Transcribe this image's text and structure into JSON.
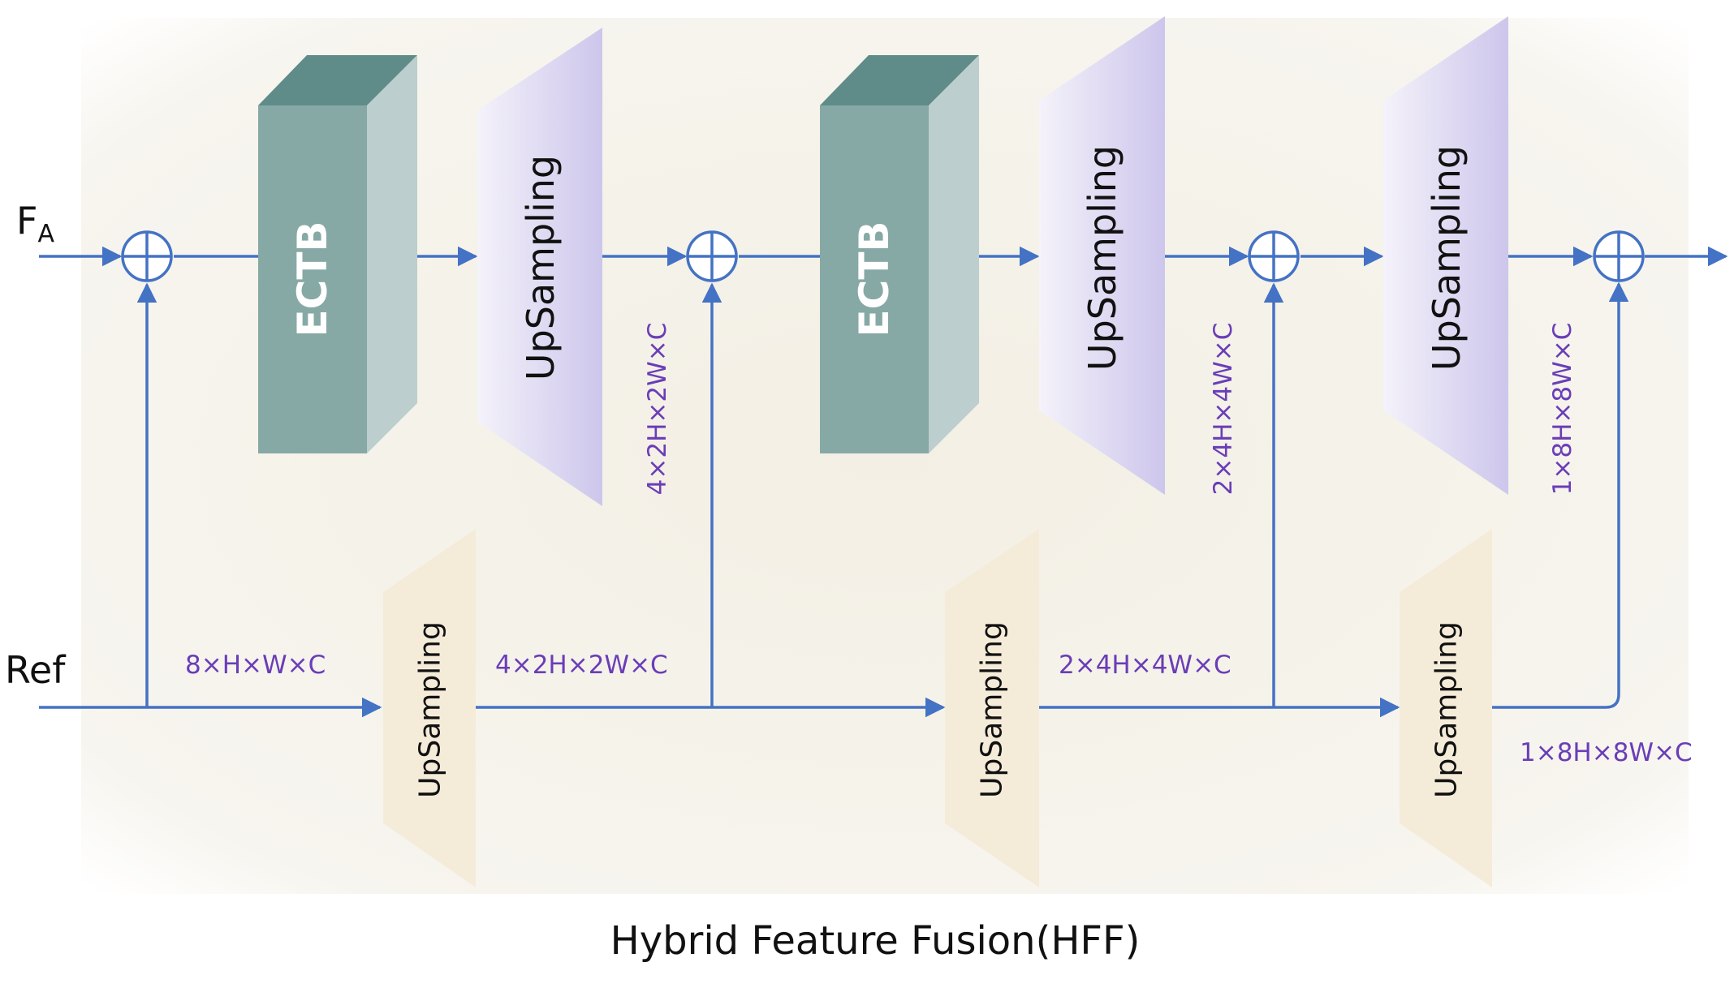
{
  "inputs": {
    "fa_main": "F",
    "fa_sub": "A",
    "ref": "Ref"
  },
  "blocks": {
    "ectb_1": "ECTB",
    "ectb_2": "ECTB",
    "up_top_1": "UpSampling",
    "up_top_2": "UpSampling",
    "up_top_3": "UpSampling",
    "up_bot_1": "UpSampling",
    "up_bot_2": "UpSampling",
    "up_bot_3": "UpSampling"
  },
  "dims": {
    "bottom_1": "8×H×W×C",
    "bottom_2": "4×2H×2W×C",
    "bottom_3": "2×4H×4W×C",
    "bottom_4": "1×8H×8W×C",
    "vert_1": "4×2H×2W×C",
    "vert_2": "2×4H×4W×C",
    "vert_3": "1×8H×8W×C"
  },
  "caption": "Hybrid Feature Fusion(HFF)",
  "colors": {
    "arrow": "#4472c4",
    "ectb_front": "#87a9a6",
    "ectb_top": "#5f8c88",
    "ectb_side": "#bccecd",
    "upsampling_top": "#d6d0ee",
    "upsampling_bottom": "#f5ebd9",
    "dim_text": "#6a3db8",
    "panel_bg": "#f5f2ea"
  }
}
